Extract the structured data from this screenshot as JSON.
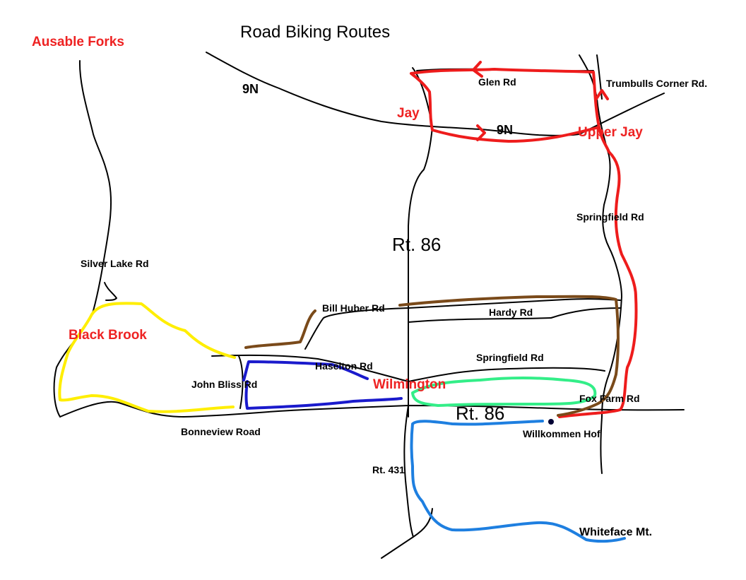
{
  "title": "Road Biking Routes",
  "towns": {
    "ausable_forks": "Ausable Forks",
    "jay": "Jay",
    "upper_jay": "Upper Jay",
    "black_brook": "Black Brook",
    "wilmington": "Wilmington"
  },
  "roads": {
    "route_9n_west": "9N",
    "route_9n_east": "9N",
    "glen_rd": "Glen  Rd",
    "trumbulls_corner_rd": "Trumbulls Corner Rd.",
    "springfield_rd_north": "Springfield Rd",
    "rt86_north": "Rt. 86",
    "silver_lake_rd": "Silver Lake Rd",
    "bill_huber_rd": "Bill Huber Rd",
    "hardy_rd": "Hardy Rd",
    "haselton_rd": "Haselton Rd",
    "springfield_rd_south": "Springfield Rd",
    "john_bliss_rd": "John Bliss Rd",
    "fox_farm_rd": "Fox Farm Rd",
    "rt86_south": "Rt. 86",
    "bonneview_road": "Bonneview Road",
    "rt431": "Rt. 431"
  },
  "places": {
    "willkommen_hof": "Willkommen Hof",
    "whiteface_mt": "Whiteface Mt."
  },
  "route_colors": {
    "red_loop": "#ee1c1c",
    "brown_loop": "#7a4a1a",
    "yellow_loop": "#ffee00",
    "dark_blue_loop": "#1a1acc",
    "green_loop": "#33ee88",
    "light_blue_route": "#1e7fe0"
  },
  "label_colors": {
    "town": "#ee2222",
    "place": "#3b3bd6",
    "whiteface": "#1a1acc"
  }
}
